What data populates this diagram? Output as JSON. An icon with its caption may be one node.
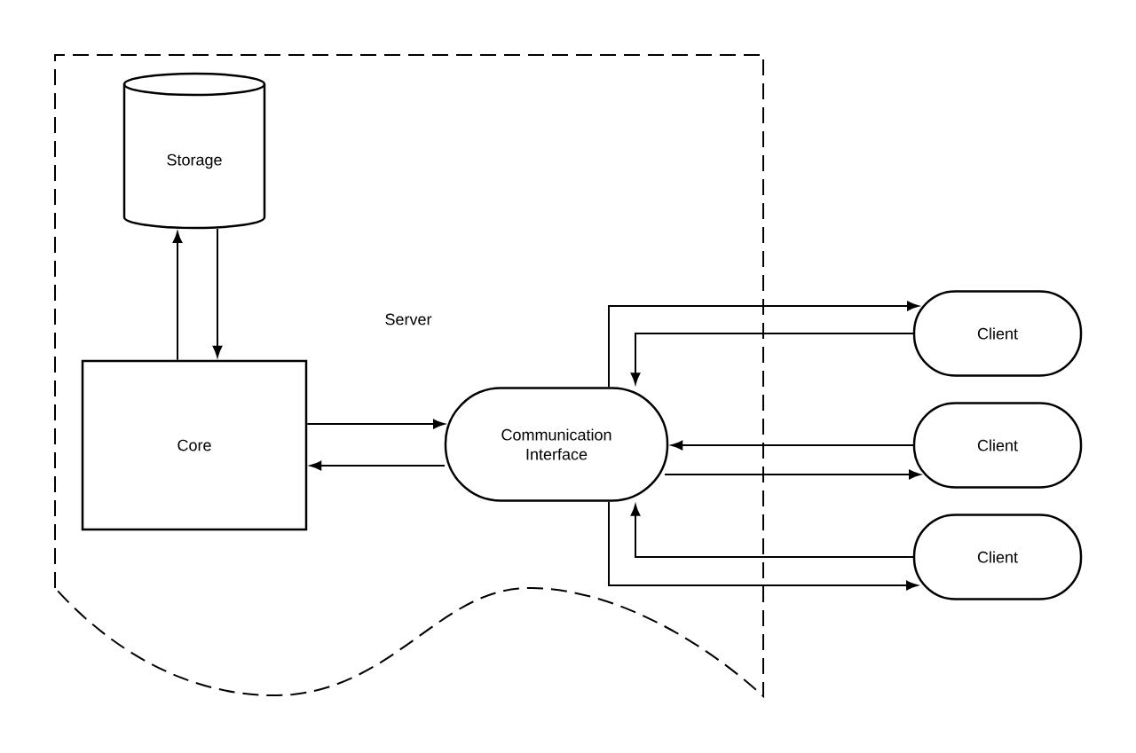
{
  "diagram": {
    "nodes": [
      {
        "text": [
          "Server"
        ]
      },
      {
        "text": [
          "Storage"
        ],
        "in": 0
      },
      {
        "text": [
          "Core"
        ],
        "in": 0
      },
      {
        "text": [
          "Communication Interface"
        ],
        "in": 0
      },
      {
        "text": [
          "Client"
        ]
      },
      {
        "text": [
          "Client"
        ]
      },
      {
        "text": [
          "Client"
        ]
      }
    ],
    "edges": [
      {
        "from": 2,
        "to": 1,
        "arrow": "to"
      },
      {
        "from": 1,
        "to": 2,
        "arrow": "to"
      },
      {
        "from": 2,
        "to": 3,
        "arrow": "to"
      },
      {
        "from": 3,
        "to": 2,
        "arrow": "to"
      },
      {
        "from": 3,
        "to": 4,
        "arrow": "to"
      },
      {
        "from": 4,
        "to": 3,
        "arrow": "to"
      },
      {
        "from": 5,
        "to": 3,
        "arrow": "to"
      },
      {
        "from": 3,
        "to": 5,
        "arrow": "to"
      },
      {
        "from": 6,
        "to": 3,
        "arrow": "to"
      },
      {
        "from": 3,
        "to": 6,
        "arrow": "to"
      }
    ]
  }
}
